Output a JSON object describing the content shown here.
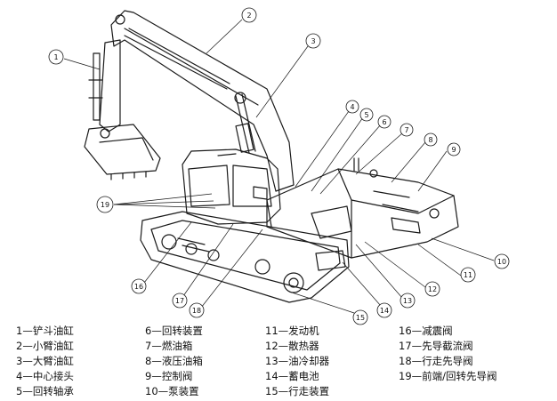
{
  "callouts": [
    "1",
    "2",
    "3",
    "4",
    "5",
    "6",
    "7",
    "8",
    "9",
    "10",
    "11",
    "12",
    "13",
    "14",
    "15",
    "16",
    "17",
    "18",
    "19"
  ],
  "legend": [
    "1—铲斗油缸",
    "6—回转装置",
    "11—发动机",
    "16—减震阀",
    "2—小臂油缸",
    "7—燃油箱",
    "12—散热器",
    "17—先导截流阀",
    "3—大臂油缸",
    "8—液压油箱",
    "13—油冷却器",
    "18—行走先导阀",
    "4—中心接头",
    "9—控制阀",
    "14—蓄电池",
    "19—前端/回转先导阀",
    "5—回转轴承",
    "10—泵装置",
    "15—行走装置",
    ""
  ]
}
